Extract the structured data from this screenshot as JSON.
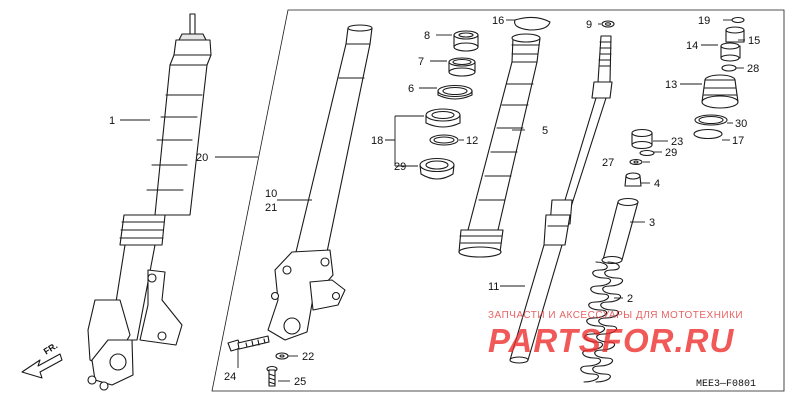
{
  "diagram": {
    "code": "MEE3—F0801",
    "direction_label": "FR.",
    "watermark": {
      "line1": "ЗАПЧАСТИ И АКСЕССУАРЫ ДЛЯ МОТОТЕХНИКИ",
      "line2": "PARTSFOR.RU"
    },
    "callouts": {
      "c1": "1",
      "c2": "2",
      "c3": "3",
      "c4": "4",
      "c5": "5",
      "c6": "6",
      "c7": "7",
      "c8": "8",
      "c9": "9",
      "c10": "10",
      "c11": "11",
      "c12": "12",
      "c13": "13",
      "c14": "14",
      "c15": "15",
      "c16": "16",
      "c17": "17",
      "c18": "18",
      "c19": "19",
      "c20": "20",
      "c21": "21",
      "c22": "22",
      "c23": "23",
      "c24": "24",
      "c25": "25",
      "c27": "27",
      "c28": "28",
      "c29a": "29",
      "c29b": "29",
      "c30": "30"
    }
  }
}
